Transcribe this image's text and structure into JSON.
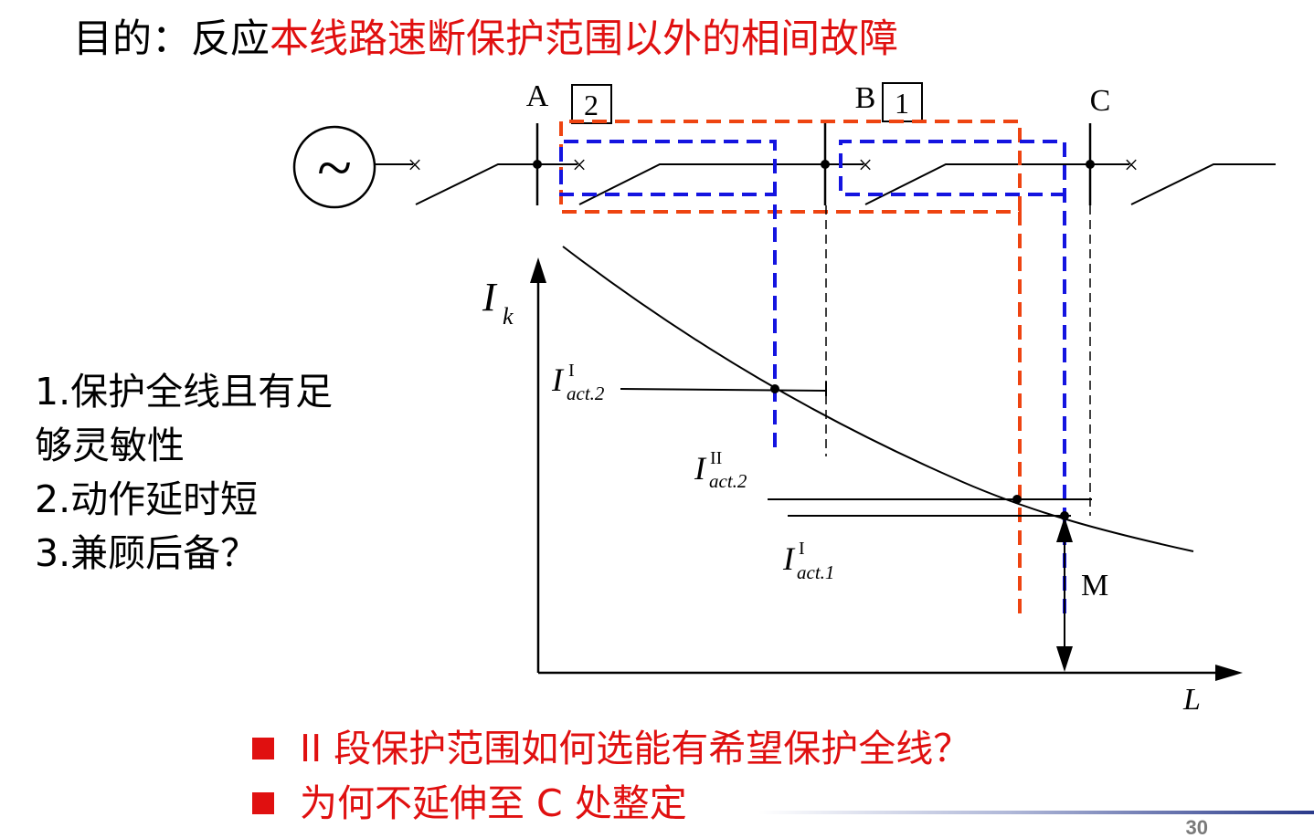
{
  "title": {
    "prefix": "目的：反应",
    "highlight": "本线路速断保护范围以外的相间故障"
  },
  "colors": {
    "highlight_red": "#e01010",
    "range_orange": "#ee4411",
    "range_blue": "#1414e0"
  },
  "points": [
    "1.保护全线且有足",
    "够灵敏性",
    "2.动作延时短",
    "3.兼顾后备？"
  ],
  "bullets": [
    "II 段保护范围如何选能有希望保护全线？",
    "为何不延伸至 C 处整定"
  ],
  "diagram": {
    "source_symbol": "~",
    "bus_labels": {
      "a": "A",
      "b": "B",
      "c": "C"
    },
    "relay_labels": {
      "r2": "2",
      "r1": "1"
    },
    "breaker_symbol": "×",
    "axis": {
      "y_main": "I",
      "y_sub": "k",
      "x": "L"
    },
    "current_labels": {
      "act2_I": {
        "main": "I",
        "sup": "I",
        "sub": "act.2"
      },
      "act2_II": {
        "main": "I",
        "sup": "II",
        "sub": "act.2"
      },
      "act1_I": {
        "main": "I",
        "sup": "I",
        "sub": "act.1"
      }
    },
    "point_m": "M"
  },
  "page_number": "30"
}
